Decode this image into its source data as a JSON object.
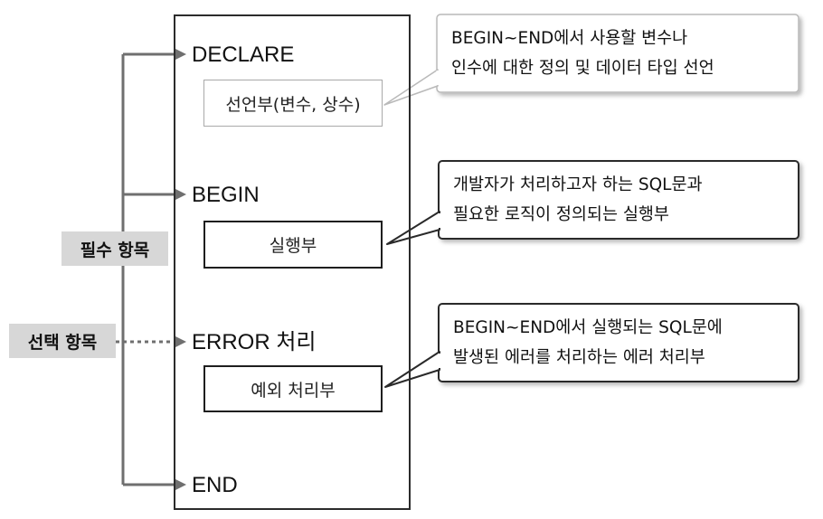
{
  "block": {
    "declare": "DECLARE",
    "declare_body": "선언부(변수, 상수)",
    "begin": "BEGIN",
    "begin_body": "실행부",
    "error": "ERROR 처리",
    "error_body": "예외 처리부",
    "end": "END"
  },
  "labels": {
    "required": "필수 항목",
    "optional": "선택 항목"
  },
  "callouts": [
    {
      "lines": [
        "BEGIN~END에서 사용할 변수나",
        "인수에 대한 정의 및 데이터 타입 선언"
      ]
    },
    {
      "lines": [
        "개발자가 처리하고자 하는 SQL문과",
        "필요한 로직이 정의되는 실행부"
      ]
    },
    {
      "lines": [
        "BEGIN~END에서 실행되는 SQL문에",
        "발생된 에러를 처리하는 에러 처리부"
      ]
    }
  ],
  "colors": {
    "connector": "#6f6f6f",
    "label_background": "#d7d7d7",
    "frame": "#2b2b2b"
  }
}
